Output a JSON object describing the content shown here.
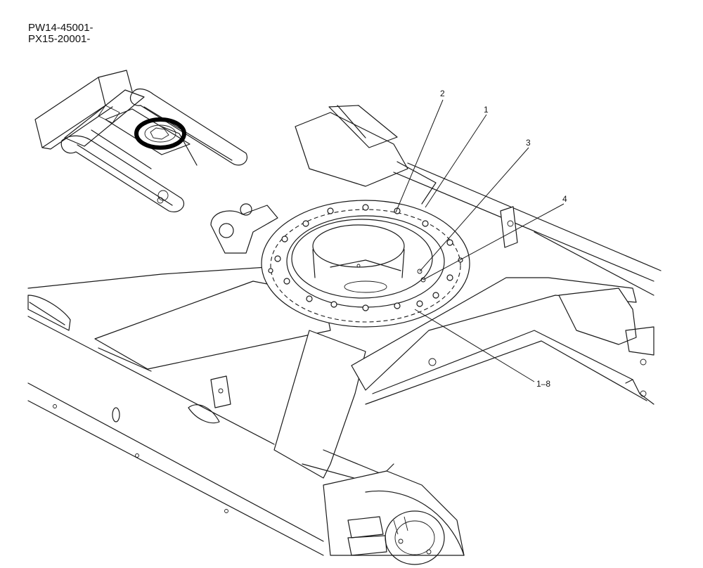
{
  "serial_numbers": [
    "PW14-45001-",
    "PX15-20001-"
  ],
  "callouts": {
    "c2": "2",
    "c1": "1",
    "c3": "3",
    "c4": "4",
    "c18": "1–8"
  },
  "colors": {
    "line": "#1a1a1a",
    "highlight_ring": "#000000",
    "background": "#ffffff"
  }
}
